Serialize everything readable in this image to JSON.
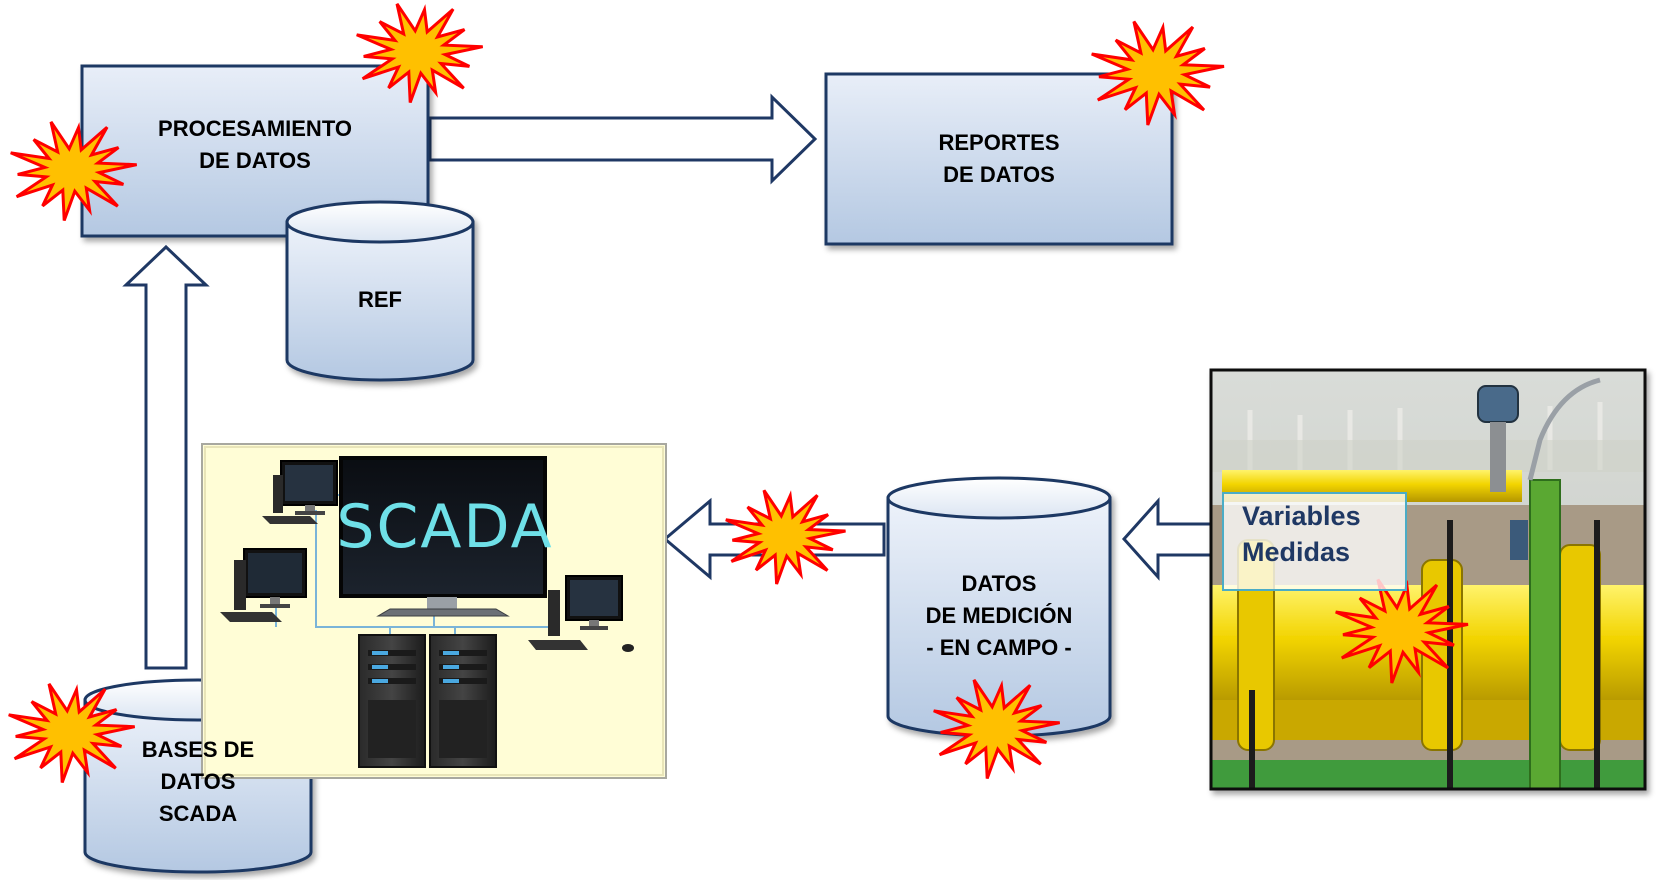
{
  "nodes": {
    "procesamiento": {
      "lines": [
        "PROCESAMIENTO",
        "DE DATOS"
      ]
    },
    "reportes": {
      "lines": [
        "REPORTES",
        "DE DATOS"
      ]
    },
    "ref": {
      "lines": [
        "REF"
      ]
    },
    "bases_scada": {
      "lines": [
        "BASES DE",
        "DATOS",
        "SCADA"
      ]
    },
    "datos_medicion": {
      "lines": [
        "DATOS",
        "DE MEDICIÓN",
        "- EN CAMPO -"
      ]
    }
  },
  "scada_screen": {
    "text": "SCADA"
  },
  "field_photo": {
    "caption_lines": [
      "Variables",
      "Medidas"
    ]
  },
  "colors": {
    "box_fill_top": "#e3ebf6",
    "box_fill_bottom": "#b8cce4",
    "box_border": "#1f3864",
    "arrow_border": "#1f3864",
    "burst_fill": "#ffc000",
    "burst_stroke": "#ff0000",
    "scada_panel_bg": "#fffdd0",
    "photo_label_border": "#4bacc6"
  },
  "icons": [
    "burst-star-icon",
    "cylinder-database-icon",
    "block-arrow-icon",
    "computer-icon",
    "server-icon"
  ]
}
